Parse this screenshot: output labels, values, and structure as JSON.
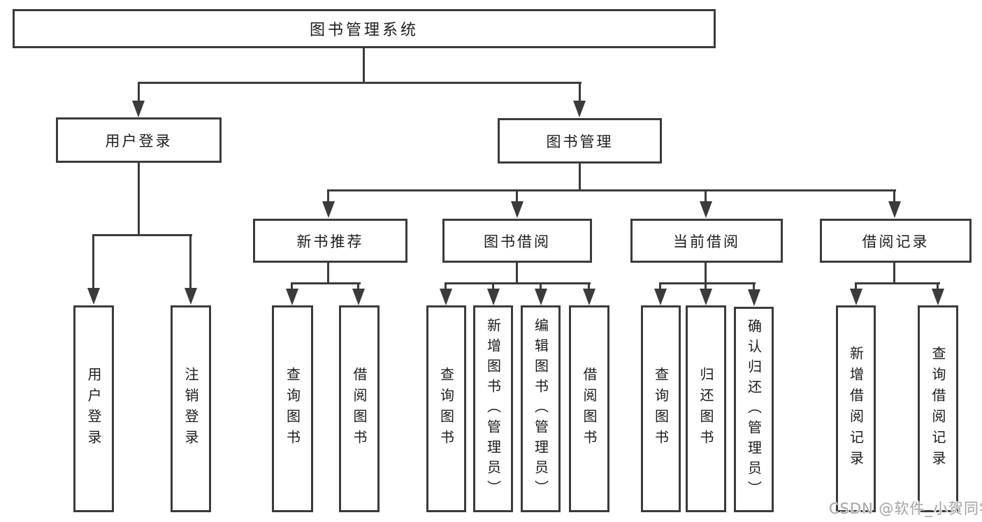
{
  "colors": {
    "line": "#3b3b3b",
    "box_border": "#3b3b3b",
    "text": "#1c1c1c",
    "background": "#ffffff",
    "watermark": "#a6a6a6"
  },
  "watermark": {
    "text": "CSDN @软件_小贺同学"
  },
  "diagram": {
    "type": "hierarchy-tree",
    "root": {
      "label": "图书管理系统"
    },
    "branches": [
      {
        "label": "用户登录",
        "children": [
          {
            "label": "用户登录"
          },
          {
            "label": "注销登录"
          }
        ]
      },
      {
        "label": "图书管理",
        "children": [
          {
            "label": "新书推荐",
            "children": [
              {
                "label": "查询图书"
              },
              {
                "label": "借阅图书"
              }
            ]
          },
          {
            "label": "图书借阅",
            "children": [
              {
                "label": "查询图书"
              },
              {
                "label": "新增图书（管理员）"
              },
              {
                "label": "编辑图书（管理员）"
              },
              {
                "label": "借阅图书"
              }
            ]
          },
          {
            "label": "当前借阅",
            "children": [
              {
                "label": "查询图书"
              },
              {
                "label": "归还图书"
              },
              {
                "label": "确认归还（管理员）"
              }
            ]
          },
          {
            "label": "借阅记录",
            "children": [
              {
                "label": "新增借阅记录"
              },
              {
                "label": "查询借阅记录"
              }
            ]
          }
        ]
      }
    ]
  }
}
